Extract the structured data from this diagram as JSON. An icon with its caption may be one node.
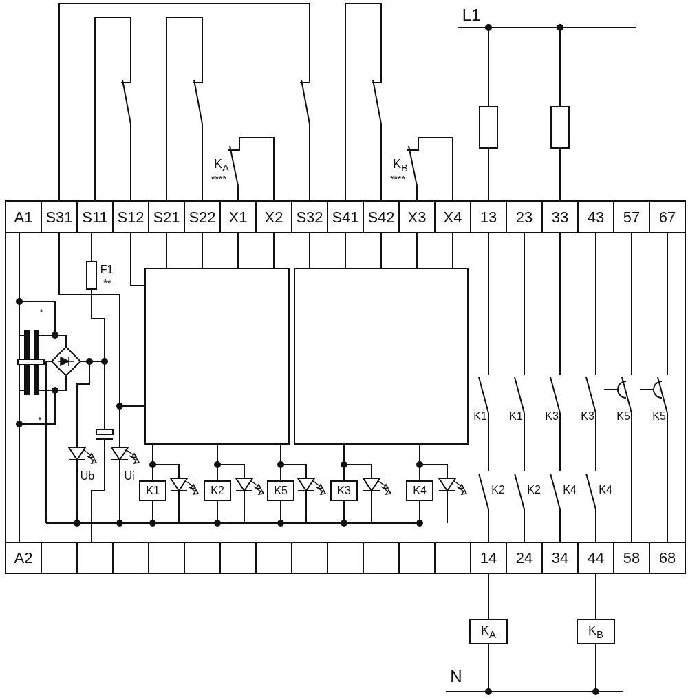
{
  "diagram": {
    "labels": [
      "L1",
      "K$_{A}$",
      "****",
      "K$_{B}$",
      "****",
      "A1",
      "S31",
      "S11",
      "S12",
      "S21",
      "S22",
      "X1",
      "X2",
      "S32",
      "S41",
      "S42",
      "X3",
      "X4",
      "13",
      "23",
      "33",
      "43",
      "57",
      "67",
      "F1",
      "**",
      "*",
      "*",
      "K1",
      "K1",
      "K3",
      "K3",
      "K5",
      "K5",
      "Ub",
      "Ui",
      "K1",
      "K2",
      "K5",
      "K3",
      "K4",
      "K2",
      "K2",
      "K4",
      "K4",
      "A2",
      "14",
      "24",
      "34",
      "44",
      "58",
      "68",
      "K$_{A}$",
      "K$_{B}$",
      "N"
    ]
  }
}
